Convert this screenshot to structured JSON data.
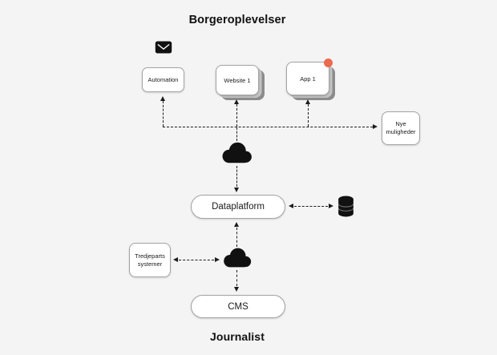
{
  "title": "Borgeroplevelser",
  "footer": "Journalist",
  "nodes": {
    "automation": {
      "label": "Automation"
    },
    "website": {
      "label": "Website 1"
    },
    "app": {
      "label": "App 1"
    },
    "nye_muligheder": {
      "label": "Nye muligheder"
    },
    "dataplatform": {
      "label": "Dataplatform"
    },
    "tredjeparts_systemer": {
      "label": "Tredjeparts systemer"
    },
    "cms": {
      "label": "CMS"
    }
  },
  "icons": {
    "mail": "mail-icon",
    "cloud_top": "cloud-icon",
    "cloud_bottom": "cloud-icon",
    "database": "database-icon",
    "notification": "notification-dot"
  },
  "colors": {
    "background": "#f4f4f5",
    "node_bg": "#ffffff",
    "node_border": "#a3a3a3",
    "line": "#1c1c1c",
    "icon": "#111111",
    "accent_dot": "#ec6a4d",
    "stack_layer_1": "#c4c4c4",
    "stack_layer_2": "#8c8c8c"
  }
}
